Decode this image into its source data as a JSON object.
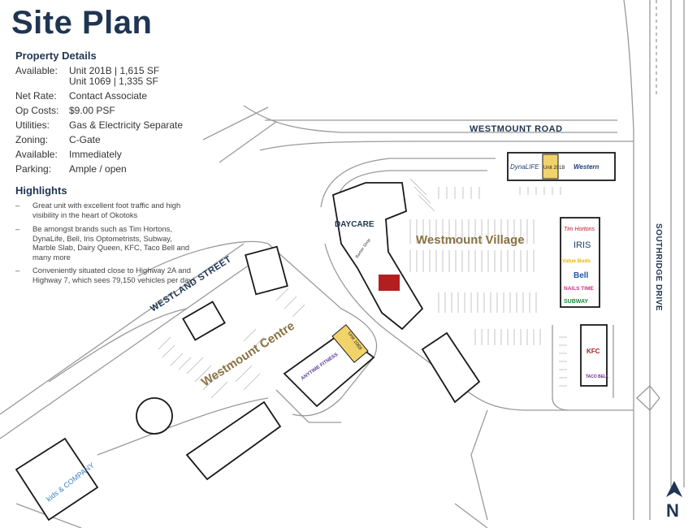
{
  "title": "Site Plan",
  "property_details": {
    "heading": "Property Details",
    "rows": [
      {
        "key": "Available:",
        "value": "Unit 201B | 1,615 SF"
      },
      {
        "key": "",
        "value": "Unit 1069 | 1,335 SF"
      },
      {
        "key": "Net Rate:",
        "value": "Contact Associate"
      },
      {
        "key": "Op Costs:",
        "value": "$9.00 PSF"
      },
      {
        "key": "Utilities:",
        "value": "Gas & Electricity Separate"
      },
      {
        "key": "Zoning:",
        "value": "C-Gate"
      },
      {
        "key": "Available:",
        "value": "Immediately"
      },
      {
        "key": "Parking:",
        "value": "Ample / open"
      }
    ]
  },
  "highlights": {
    "heading": "Highlights",
    "items": [
      "Great unit with excellent foot traffic and high visibility in the heart of Okotoks",
      "Be amongst brands such as Tim Hortons, DynaLife, Bell, Iris Optometrists, Subway, Marble Slab, Dairy Queen, KFC, Taco Bell and many more",
      "Conveniently situated close to Highway 2A and Highway 7, which sees 79,150 vehicles per day!"
    ],
    "bullet": "–"
  },
  "map": {
    "roads": {
      "westmount_road": "WESTMOUNT ROAD",
      "westland_street": "WESTLAND STREET",
      "southridge_drive": "SOUTHRIDGE DRIVE"
    },
    "areas": {
      "westmount_village": "Westmount Village",
      "westmount_centre": "Westmount Centre"
    },
    "labels": {
      "daycare": "DAYCARE",
      "unit_201b": "Unit 201B",
      "unit_1069": "Unit 1069",
      "dynalife": "DynaLIFE",
      "western": "Western",
      "tim_hortons": "Tim Hortons",
      "iris": "IRIS",
      "value_buds": "Value Buds",
      "bell": "Bell",
      "nails": "NAILS TIME",
      "subway": "SUBWAY",
      "kfc": "KFC",
      "taco_bell": "TACO BELL",
      "kids_company": "kids & COMPANY",
      "fitness": "ANYTIME FITNESS",
      "barber": "Barber Shop"
    },
    "north": "N",
    "colors": {
      "road_line": "#9a9a9a",
      "building": "#1a1a1a",
      "highlight_unit": "#f2d36b",
      "area_label": "#8a7344",
      "title": "#1f3552"
    }
  }
}
